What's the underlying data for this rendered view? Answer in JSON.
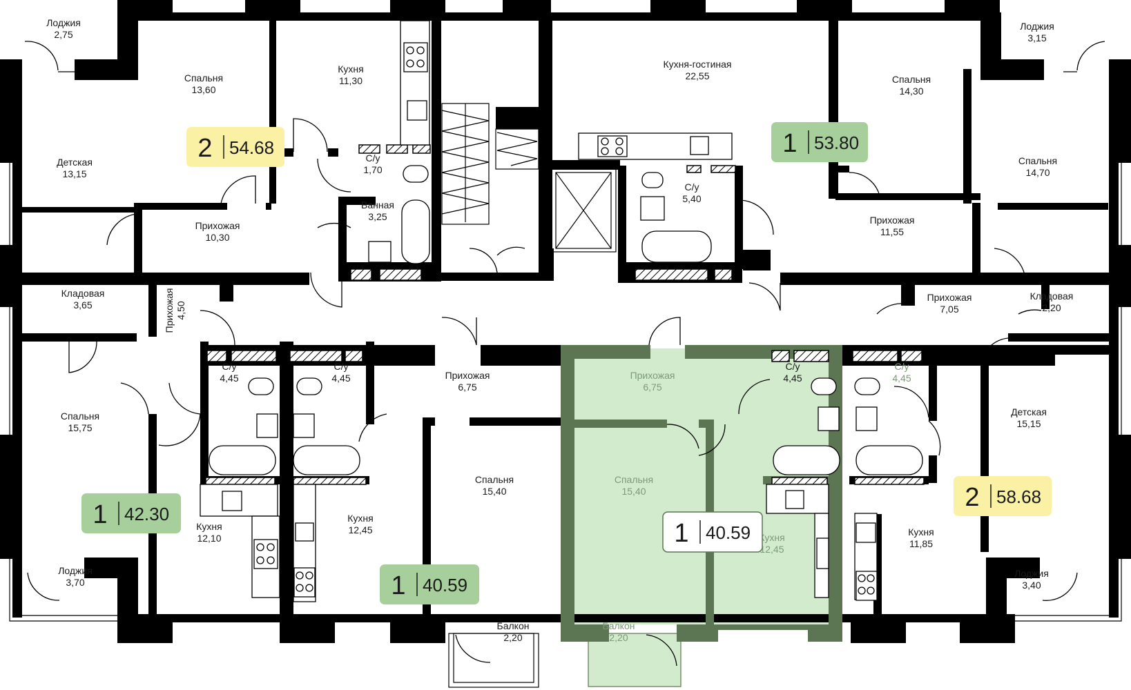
{
  "colors": {
    "one_room_badge": "#a7cf9c",
    "two_room_badge": "#fbf1a4",
    "selected_fill": "#d3ebcd",
    "selected_wall": "#5c7552",
    "wall": "#000000"
  },
  "badges": [
    {
      "id": "apt-top-left",
      "rooms": "2",
      "area": "54.68"
    },
    {
      "id": "apt-top-right",
      "rooms": "1",
      "area": "53.80"
    },
    {
      "id": "apt-left",
      "rooms": "1",
      "area": "42.30"
    },
    {
      "id": "apt-bottom-mid",
      "rooms": "1",
      "area": "40.59"
    },
    {
      "id": "apt-selected",
      "rooms": "1",
      "area": "40.59"
    },
    {
      "id": "apt-right",
      "rooms": "2",
      "area": "58.68"
    }
  ],
  "rooms": [
    {
      "name": "Лоджия",
      "area": "2,75"
    },
    {
      "name": "Спальня",
      "area": "13,60"
    },
    {
      "name": "Кухня",
      "area": "11,30"
    },
    {
      "name": "Кухня-гостиная",
      "area": "22,55"
    },
    {
      "name": "Спальня",
      "area": "14,30"
    },
    {
      "name": "Лоджия",
      "area": "3,15"
    },
    {
      "name": "Детская",
      "area": "13,15"
    },
    {
      "name": "С/у",
      "area": "1,70"
    },
    {
      "name": "Ванная",
      "area": "3,25"
    },
    {
      "name": "Прихожая",
      "area": "10,30"
    },
    {
      "name": "С/у",
      "area": "5,40"
    },
    {
      "name": "Прихожая",
      "area": "11,55"
    },
    {
      "name": "Спальня",
      "area": "14,70"
    },
    {
      "name": "Кладовая",
      "area": "3,65"
    },
    {
      "name": "Прихожая",
      "area": "4,50"
    },
    {
      "name": "Прихожая",
      "area": "7,05"
    },
    {
      "name": "Кладовая",
      "area": "2,20"
    },
    {
      "name": "С/у",
      "area": "4,45"
    },
    {
      "name": "С/у",
      "area": "4,45"
    },
    {
      "name": "Прихожая",
      "area": "6,75"
    },
    {
      "name": "Прихожая",
      "area": "6,75"
    },
    {
      "name": "С/у",
      "area": "4,45"
    },
    {
      "name": "С/у",
      "area": "4,45"
    },
    {
      "name": "Спальня",
      "area": "15,75"
    },
    {
      "name": "Детская",
      "area": "15,15"
    },
    {
      "name": "Спальня",
      "area": "15,40"
    },
    {
      "name": "Спальня",
      "area": "15,40"
    },
    {
      "name": "Кухня",
      "area": "12,10"
    },
    {
      "name": "Кухня",
      "area": "12,45"
    },
    {
      "name": "Кухня",
      "area": "12,45"
    },
    {
      "name": "Кухня",
      "area": "11,85"
    },
    {
      "name": "Лоджия",
      "area": "3,70"
    },
    {
      "name": "Лоджия",
      "area": "3,40"
    },
    {
      "name": "Балкон",
      "area": "2,20"
    },
    {
      "name": "Балкон",
      "area": "2,20"
    }
  ]
}
